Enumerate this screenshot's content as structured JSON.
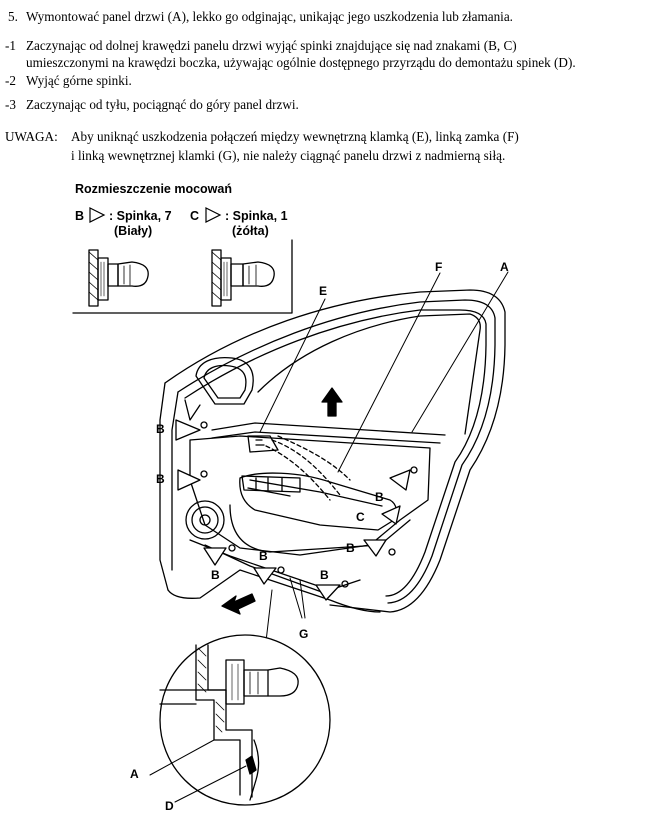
{
  "steps": [
    {
      "number": "5.",
      "lines": [
        "Wymontować panel drzwi (A), lekko go odginając, unikając jego uszkodzenia lub złamania."
      ]
    },
    {
      "number": "-1",
      "lines": [
        "Zaczynając od dolnej krawędzi panelu drzwi wyjąć spinki znajdujące się nad znakami (B, C)",
        "umieszczonymi na krawędzi boczka, używając ogólnie dostępnego przyrządu do demontażu spinek (D)."
      ]
    },
    {
      "number": "-2",
      "lines": [
        "Wyjąć górne spinki."
      ]
    },
    {
      "number": "-3",
      "lines": [
        "Zaczynając od tyłu, pociągnąć do góry panel drzwi."
      ]
    }
  ],
  "note": {
    "label": "UWAGA:",
    "lines": [
      "Aby uniknąć uszkodzenia połączeń między wewnętrzną klamką (E), linką zamka (F)",
      "i linką wewnętrznej klamki (G), nie należy ciągnąć panelu drzwi z nadmierną siłą."
    ]
  },
  "legend": {
    "title": "Rozmieszczenie mocowań",
    "clip_b": {
      "letter": "B",
      "text": ": Spinka, 7",
      "sub": "(Biały)"
    },
    "clip_c": {
      "letter": "C",
      "text": ": Spinka, 1",
      "sub": "(żółta)"
    }
  },
  "callouts": {
    "A": "A",
    "B": "B",
    "C": "C",
    "D": "D",
    "E": "E",
    "F": "F",
    "G": "G"
  }
}
